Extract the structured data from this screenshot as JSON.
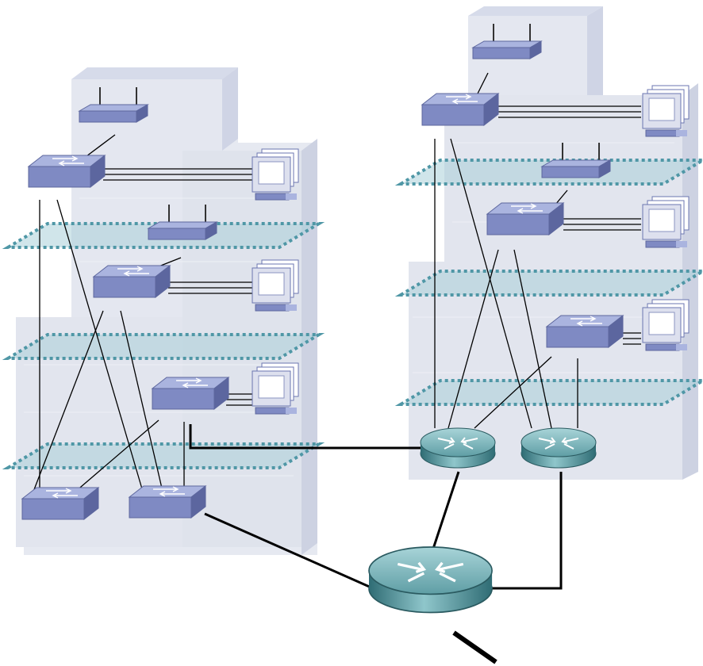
{
  "diagram": {
    "buildings": [
      {
        "id": "left",
        "floors": 3,
        "wireless_aps": 2,
        "access_switches": 3,
        "distribution_switches": 2,
        "pc_groups": 3
      },
      {
        "id": "right",
        "floors": 3,
        "wireless_aps": 2,
        "access_switches": 3,
        "distribution_routers": 2,
        "pc_groups": 3
      }
    ],
    "core_router": {
      "uplink": true
    },
    "colors": {
      "building": "#e4e7f0",
      "building_shade": "#cdd2e2",
      "floor_plane": "#a9cfd9",
      "floor_dots": "#4f97a6",
      "switch_top": "#9aa6d6",
      "switch_side": "#6b76b0",
      "router": "#5f9ea5",
      "router_dark": "#2f6c74",
      "link": "#000000"
    },
    "icons": [
      "wireless-ap-icon",
      "switch-icon",
      "router-icon",
      "pc-group-icon"
    ]
  }
}
